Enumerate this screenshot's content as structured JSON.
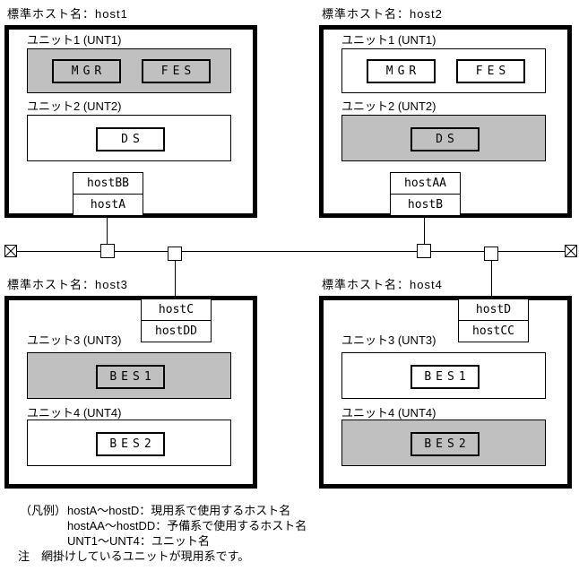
{
  "diagram": {
    "colors": {
      "shade": "#c0c0c0",
      "line": "#000000",
      "background": "#ffffff"
    },
    "hosts": [
      {
        "title": "標準ホスト名：host1",
        "units": [
          {
            "label": "ユニット1 (UNT1)",
            "shaded": true,
            "components": [
              "MGR",
              "FES"
            ]
          },
          {
            "label": "ユニット2 (UNT2)",
            "shaded": false,
            "components": [
              "DS"
            ]
          }
        ],
        "host_names": [
          "hostBB",
          "hostA"
        ]
      },
      {
        "title": "標準ホスト名：host2",
        "units": [
          {
            "label": "ユニット1 (UNT1)",
            "shaded": false,
            "components": [
              "MGR",
              "FES"
            ]
          },
          {
            "label": "ユニット2 (UNT2)",
            "shaded": true,
            "components": [
              "DS"
            ]
          }
        ],
        "host_names": [
          "hostAA",
          "hostB"
        ]
      },
      {
        "title": "標準ホスト名：host3",
        "units": [
          {
            "label": "ユニット3 (UNT3)",
            "shaded": true,
            "components": [
              "BES1"
            ]
          },
          {
            "label": "ユニット4 (UNT4)",
            "shaded": false,
            "components": [
              "BES2"
            ]
          }
        ],
        "host_names": [
          "hostC",
          "hostDD"
        ]
      },
      {
        "title": "標準ホスト名：host4",
        "units": [
          {
            "label": "ユニット3 (UNT3)",
            "shaded": false,
            "components": [
              "BES1"
            ]
          },
          {
            "label": "ユニット4 (UNT4)",
            "shaded": true,
            "components": [
              "BES2"
            ]
          }
        ],
        "host_names": [
          "hostD",
          "hostCC"
        ]
      }
    ],
    "legend": {
      "label": "（凡例）",
      "items": [
        "hostA〜hostD：現用系で使用するホスト名",
        "hostAA〜hostDD：予備系で使用するホスト名",
        "UNT1〜UNT4：ユニット名"
      ],
      "note_label": "注",
      "note": "網掛けしているユニットが現用系です。"
    }
  }
}
